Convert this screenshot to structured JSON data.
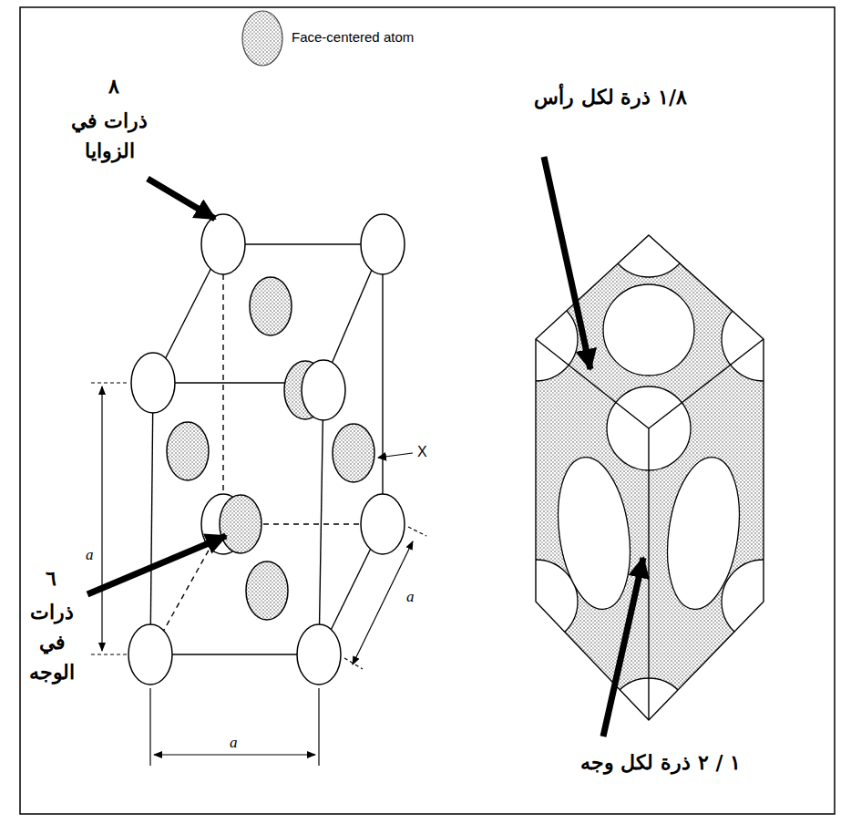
{
  "diagram": {
    "labels": [
      "٨",
      "ذرات في الزوايا",
      "١/٨ ذرة لكل رأس",
      "٦",
      "ذرات في الوجه",
      "X",
      "a",
      "a",
      "a",
      "١ / ٢ ذرة لكل وجه"
    ],
    "legend": [
      {
        "text": "Face-centered atom"
      }
    ]
  }
}
